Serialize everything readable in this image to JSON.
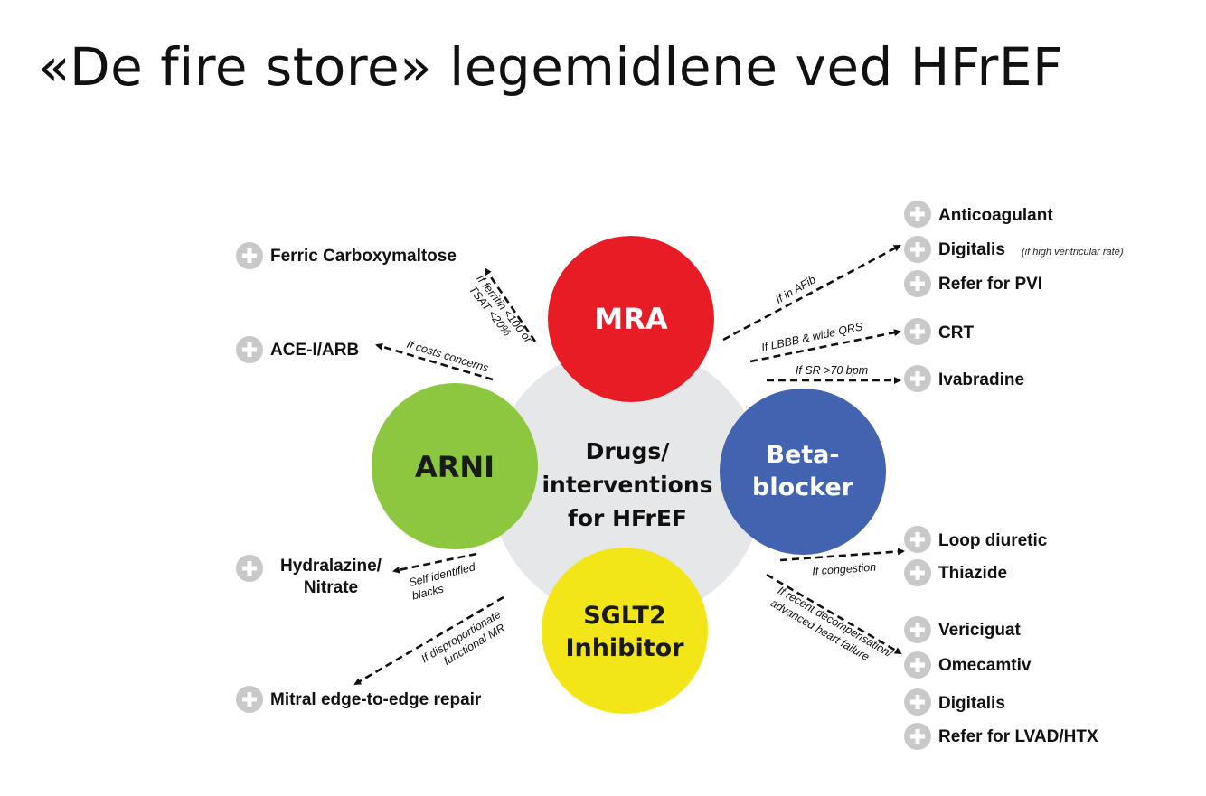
{
  "title": "«De fire store» legemidlene ved HFrEF",
  "colors": {
    "mra": "#e81c24",
    "arni": "#8dc63f",
    "beta_blocker": "#4263b0",
    "sglt2": "#f2e618",
    "center_disk": "#e6e7e9",
    "plus_icon": "#c9c9c9"
  },
  "center": {
    "line1": "Drugs/",
    "line2": "interventions",
    "line3": "for HFrEF"
  },
  "drugs": {
    "mra": "MRA",
    "arni": "ARNI",
    "beta_blocker": {
      "line1": "Beta-",
      "line2": "blocker"
    },
    "sglt2": {
      "line1": "SGLT2",
      "line2": "Inhibitor"
    }
  },
  "left_items": {
    "ferric": "Ferric Carboxymaltose",
    "ace": "ACE-I/ARB",
    "hydralazine": {
      "line1": "Hydralazine/",
      "line2": "Nitrate"
    },
    "mitral": "Mitral edge-to-edge repair"
  },
  "right_items": {
    "anticoagulant": "Anticoagulant",
    "digitalis_afib": "Digitalis",
    "digitalis_note": "(if high ventricular rate)",
    "pvi": "Refer for PVI",
    "crt": "CRT",
    "ivabradine": "Ivabradine",
    "loop": "Loop diuretic",
    "thiazide": "Thiazide",
    "vericiguat": "Vericiguat",
    "omecamtiv": "Omecamtiv",
    "digitalis_hf": "Digitalis",
    "lvad": "Refer for LVAD/HTX"
  },
  "conditions": {
    "ferritin_1": "If ferritin <100 or",
    "ferritin_2": "TSAT <20%",
    "costs": "If costs concerns",
    "blacks_1": "Self identified",
    "blacks_2": "blacks",
    "mr_1": "If disproportionate",
    "mr_2": "functional MR",
    "afib": "If in AFib",
    "lbbb": "If LBBB & wide QRS",
    "sr": "If SR >70 bpm",
    "congestion": "If congestion",
    "decomp_1": "If recent decompensation/",
    "decomp_2": "advanced heart failure"
  },
  "icons": {
    "plus": "plus-circle-icon"
  }
}
